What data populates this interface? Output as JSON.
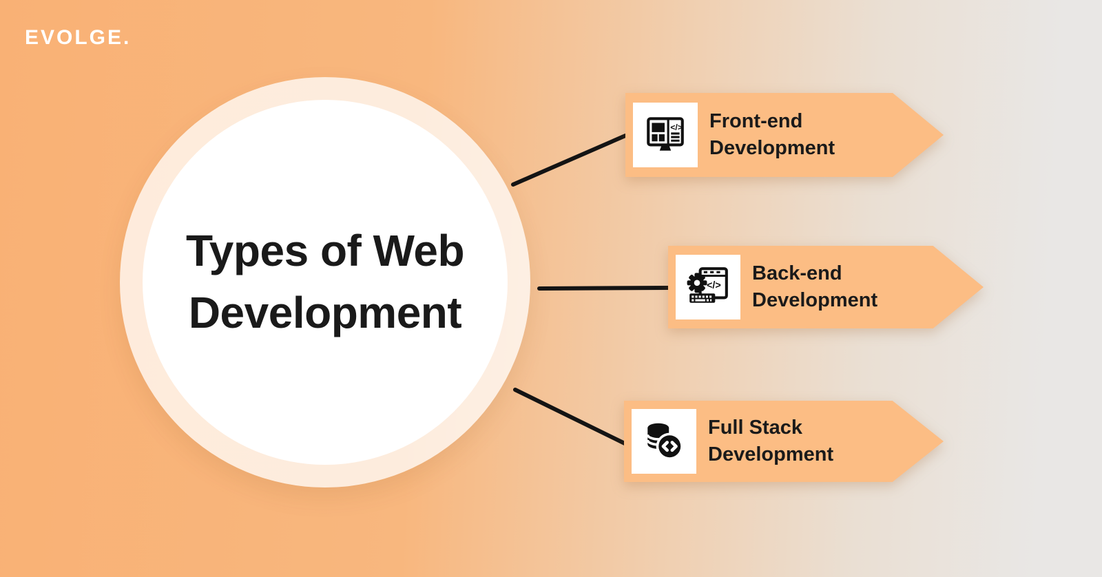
{
  "brand": {
    "logo": "EVOLGE."
  },
  "center": {
    "title_line1": "Types of Web",
    "title_line2": "Development"
  },
  "items": [
    {
      "id": "front-end",
      "label_line1": "Front-end",
      "label_line2": "Development",
      "icon": "monitor-code-icon"
    },
    {
      "id": "back-end",
      "label_line1": "Back-end",
      "label_line2": "Development",
      "icon": "gear-window-keyboard-icon"
    },
    {
      "id": "full-stack",
      "label_line1": "Full Stack",
      "label_line2": "Development",
      "icon": "database-code-icon"
    }
  ],
  "colors": {
    "background_left": "#f9b175",
    "background_right": "#e9e7e5",
    "banner": "#fcbd84",
    "icon_bg": "#ffffff",
    "text": "#1a1a1a",
    "connector": "#141414",
    "logo": "#ffffff"
  }
}
